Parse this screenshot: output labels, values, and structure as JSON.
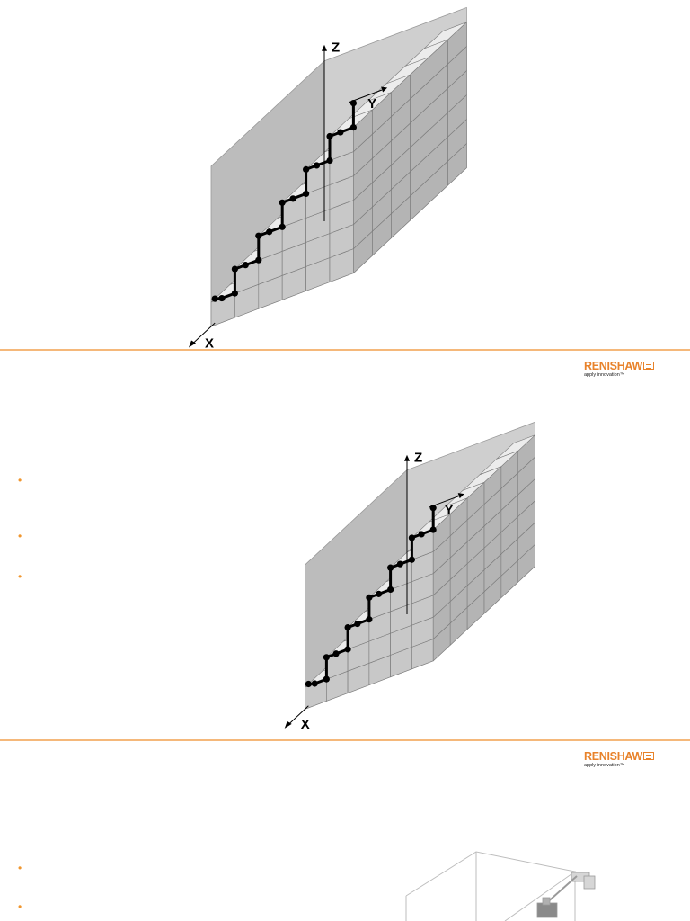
{
  "logo": {
    "brand": "RENISHAW",
    "tagline": "apply innovation™"
  },
  "diagram": {
    "axis_x": "X",
    "axis_y": "Y",
    "axis_z": "Z"
  },
  "slide_2": {
    "bullet_count": 3
  },
  "slide_3": {
    "bullet_count": 2
  },
  "colors": {
    "accent": "#f0962e",
    "divider": "#f5b87a",
    "cube_top": "#ececec",
    "cube_left": "#c8c8c8",
    "cube_right": "#b4b4b4",
    "path": "#000000"
  }
}
